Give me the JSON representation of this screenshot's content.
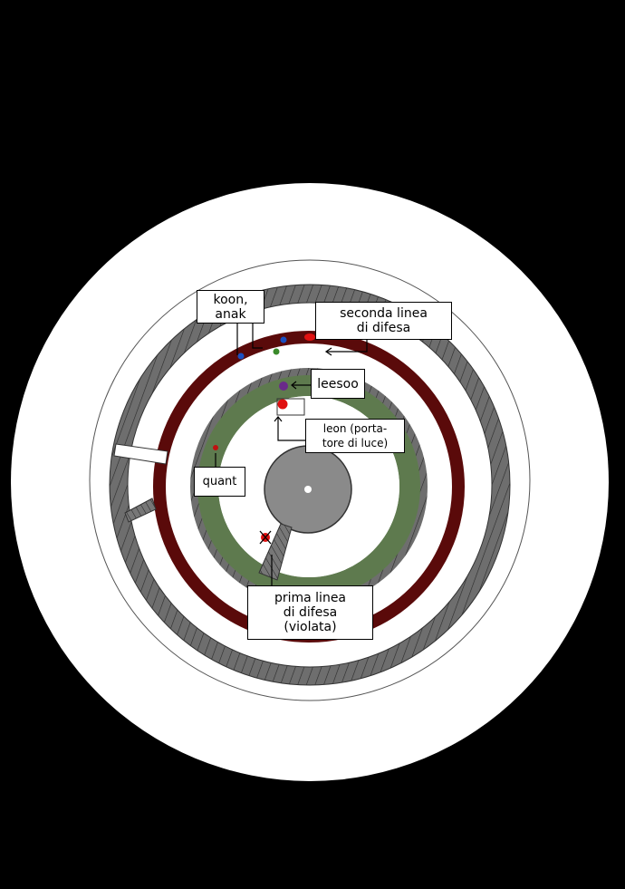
{
  "labels": {
    "koon_anak": "koon,\nanak",
    "seconda_linea": "seconda linea\ndi difesa",
    "leesoo": "leesoo",
    "leon": "leon (porta-\ntore di luce)",
    "quant": "quant",
    "prima_linea": "prima linea\ndi difesa\n(violata)"
  },
  "colors": {
    "background": "#000000",
    "wall_gray": "#6e6e6e",
    "red_ring": "#5a0a0a",
    "green_ring": "#5e7a4e",
    "center_disc": "#8a8a8a",
    "marker_red": "#e01010",
    "marker_blue": "#1a4fc0",
    "marker_purple": "#6a2a8a"
  }
}
